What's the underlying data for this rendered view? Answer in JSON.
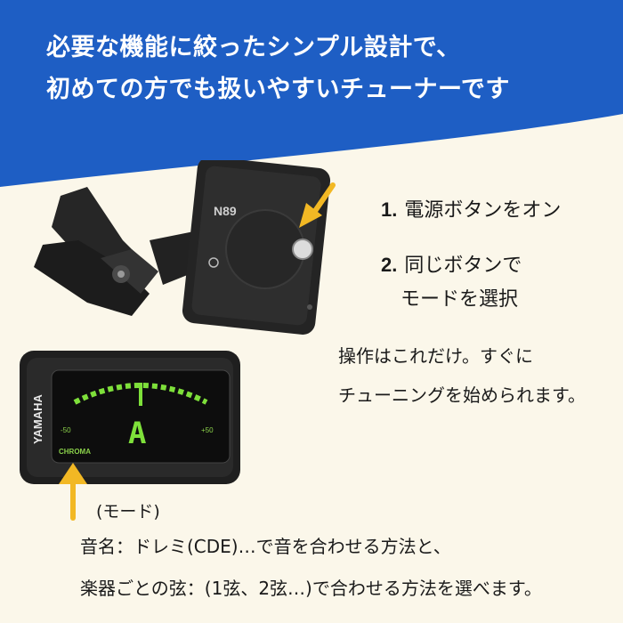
{
  "headline": {
    "line1": "必要な機能に絞ったシンプル設計で、",
    "line2": "初めての方でも扱いやすいチューナーです"
  },
  "device": {
    "model": "N89",
    "brand": "YAMAHA",
    "mode_indicator": "CHROMA",
    "note": "A",
    "scale_left": "-50",
    "scale_right": "+50"
  },
  "steps": [
    {
      "number": "1.",
      "text": "電源ボタンをオン"
    },
    {
      "number": "2.",
      "text": "同じボタンで",
      "text2": "モードを選択"
    }
  ],
  "description": {
    "line1": "操作はこれだけ。すぐに",
    "line2": "チューニングを始められます。"
  },
  "mode": {
    "label": "(モード)",
    "line1": "音名：ドレミ(CDE)…で音を合わせる方法と、",
    "line2": "楽器ごとの弦：(1弦、2弦…)で合わせる方法を選べます。"
  },
  "colors": {
    "banner": "#1e5ec4",
    "background": "#fbf7ea",
    "arrow": "#f2b824",
    "display_green": "#7ee03a"
  }
}
